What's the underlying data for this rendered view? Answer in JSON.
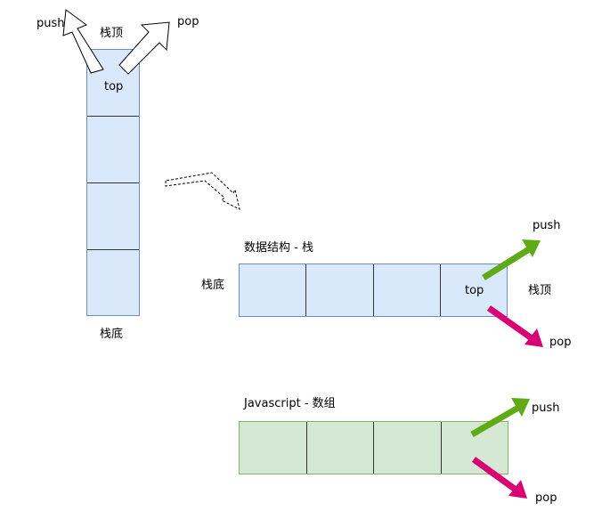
{
  "vertical_stack": {
    "top_label": "栈顶",
    "bottom_label": "栈底",
    "top_cell_text": "top",
    "push_label": "push",
    "pop_label": "pop",
    "cells": 4
  },
  "stack_diagram": {
    "title": "数据结构 - 栈",
    "bottom_label": "栈底",
    "top_label": "栈顶",
    "top_cell_text": "top",
    "push_label": "push",
    "pop_label": "pop",
    "cells": 4
  },
  "array_diagram": {
    "title": "Javascript - 数组",
    "push_label": "push",
    "pop_label": "pop",
    "cells": 4
  },
  "colors": {
    "stack_fill": "#dae8fc",
    "stack_stroke": "#6c8ebf",
    "array_fill": "#d5e8d4",
    "array_stroke": "#82b366",
    "push_arrow": "#60a917",
    "pop_arrow": "#d80073"
  }
}
